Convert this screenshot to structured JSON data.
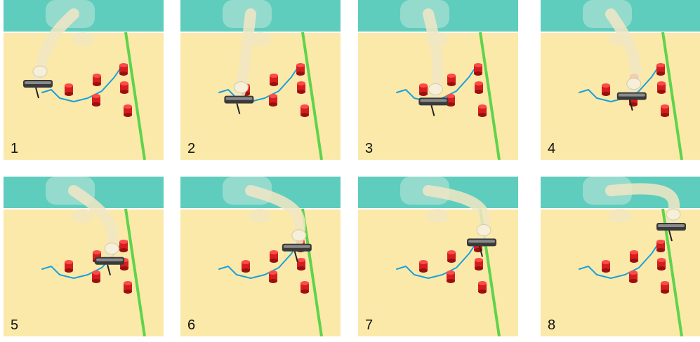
{
  "frames": [
    {
      "label": "1",
      "progress": 0.0
    },
    {
      "label": "2",
      "progress": 0.14
    },
    {
      "label": "3",
      "progress": 0.29
    },
    {
      "label": "4",
      "progress": 0.43
    },
    {
      "label": "5",
      "progress": 0.57
    },
    {
      "label": "6",
      "progress": 0.71
    },
    {
      "label": "7",
      "progress": 0.86
    },
    {
      "label": "8",
      "progress": 1.0
    }
  ],
  "colors": {
    "wall": "#5ecdbd",
    "floor": "#fbe9a9",
    "line": "#5fd34d",
    "path": "#1aa0dc",
    "obstacle": "#d41e1e",
    "robot_ghost": "#f1e6c4",
    "gripper": "#3a3a3a"
  }
}
